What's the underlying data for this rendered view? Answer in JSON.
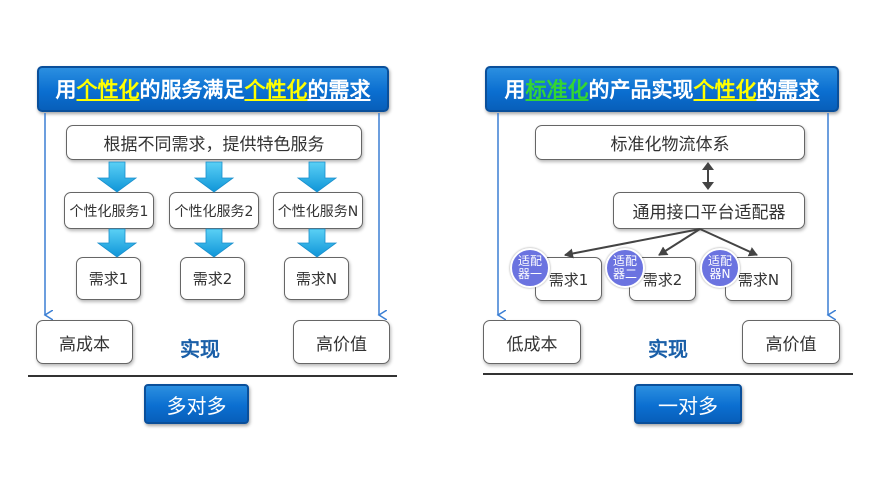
{
  "left": {
    "title": {
      "prefix": "用",
      "hl1": "个性化",
      "mid": "的服务满足",
      "hl2": "个性化",
      "suffix": "的需求"
    },
    "top_box": "根据不同需求，提供特色服务",
    "services": [
      "个性化服务1",
      "个性化服务2",
      "个性化服务N"
    ],
    "needs": [
      "需求1",
      "需求2",
      "需求N"
    ],
    "cost": "高成本",
    "realize": "实现",
    "value": "高价值",
    "bottom": "多对多"
  },
  "right": {
    "title": {
      "prefix": "用",
      "hl1": "标准化",
      "mid": "的产品实现",
      "hl2": "个性化",
      "suffix": "的需求"
    },
    "top_box": "标准化物流体系",
    "adapter_box": "通用接口平台适配器",
    "adapters": [
      "适配器一",
      "适配器二",
      "适配器N"
    ],
    "needs": [
      "需求1",
      "需求2",
      "需求N"
    ],
    "cost": "低成本",
    "realize": "实现",
    "value": "高价值",
    "bottom": "一对多"
  },
  "colors": {
    "title_blue": "#0b6fd1",
    "highlight_yellow": "#ffff00",
    "highlight_green": "#33d633",
    "arrow_cyan": "#19aee8",
    "thin_arrow_blue": "#3b7fd4",
    "tag_purple": "#6b73e0",
    "realize_text": "#1a5fa8"
  },
  "icons": [
    "down-block-arrow-icon",
    "double-headed-arrow-icon",
    "branch-arrow-icon"
  ]
}
